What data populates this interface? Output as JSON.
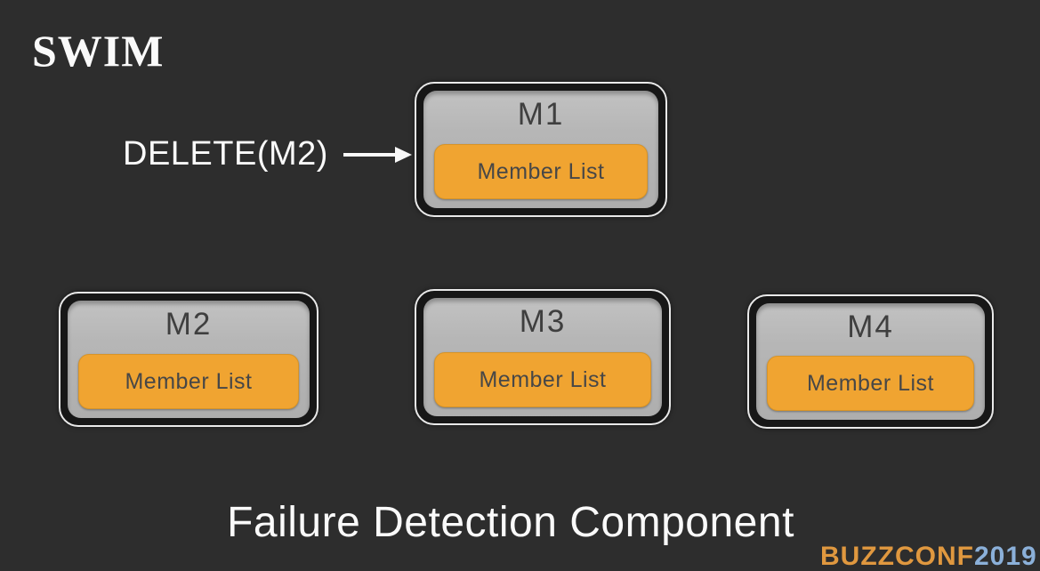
{
  "slide": {
    "title": "SWIM",
    "annotation": {
      "label": "DELETE(M2)",
      "arrow_icon": "arrow-right-icon"
    },
    "nodes": [
      {
        "label": "M1",
        "member_list_label": "Member List"
      },
      {
        "label": "M2",
        "member_list_label": "Member List"
      },
      {
        "label": "M3",
        "member_list_label": "Member List"
      },
      {
        "label": "M4",
        "member_list_label": "Member List"
      }
    ],
    "caption": "Failure Detection Component",
    "footer_logo": {
      "text_primary": "BUZZCONF",
      "text_secondary": "2019"
    },
    "colors": {
      "background": "#2d2d2d",
      "node_outer": "#171717",
      "node_stroke": "#e9e9e9",
      "node_gray": "#b6b6b6",
      "member_list_orange": "#f0a431",
      "label_dark": "#3f3f3f",
      "logo_orange": "#e0983f",
      "logo_blue": "#8bb0d9"
    }
  }
}
